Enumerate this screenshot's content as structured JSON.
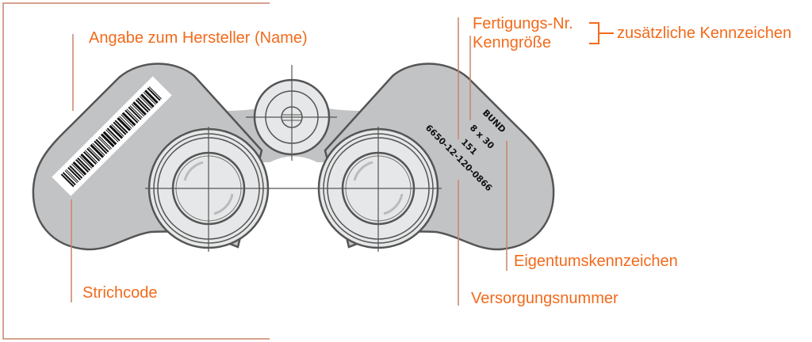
{
  "labels": {
    "manufacturer": "Angabe zum Hersteller (Name)",
    "barcode": "Strichcode",
    "serial_number": "Fertigungs-Nr.",
    "size_code": "Kenngröße",
    "additional_marks": "zusätzliche  Kennzeichen",
    "ownership_mark": "Eigentumskennzeichen",
    "supply_number": "Versorgungsnummer"
  },
  "engraving": {
    "owner": "BUND",
    "size": "8 x 30",
    "serial": "151",
    "supply_number": "6650-12-120-0866"
  },
  "colors": {
    "label": "#f26a1b",
    "leader_line": "#c98468",
    "body": "#c2c3c5",
    "outline": "#555555"
  }
}
